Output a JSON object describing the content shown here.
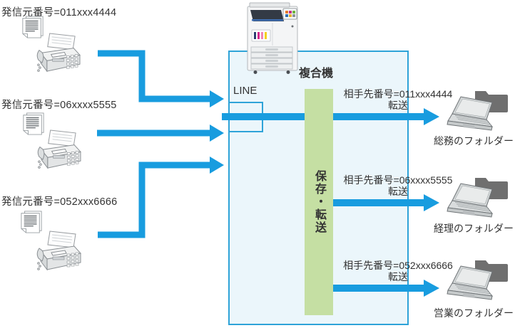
{
  "diagram": {
    "device": {
      "title": "複合機",
      "line_label": "LINE",
      "process_label": "保存・転送"
    },
    "senders": [
      {
        "label": "発信元番号=011xxx4444"
      },
      {
        "label": "発信元番号=06xxxx5555"
      },
      {
        "label": "発信元番号=052xxx6666"
      }
    ],
    "destinations": [
      {
        "number_label": "相手先番号=011xxx4444",
        "action_label": "転送",
        "folder_label": "総務のフォルダー"
      },
      {
        "number_label": "相手先番号=06xxxx5555",
        "action_label": "転送",
        "folder_label": "経理のフォルダー"
      },
      {
        "number_label": "相手先番号=052xxx6666",
        "action_label": "転送",
        "folder_label": "営業のフォルダー"
      }
    ],
    "colors": {
      "arrow": "#189CDF",
      "box_fill": "#EBF6FB",
      "box_border": "#2EA3D8",
      "process_bar": "#C5DFA3",
      "text": "#333333",
      "folder_icon": "#6F6F6F"
    }
  }
}
